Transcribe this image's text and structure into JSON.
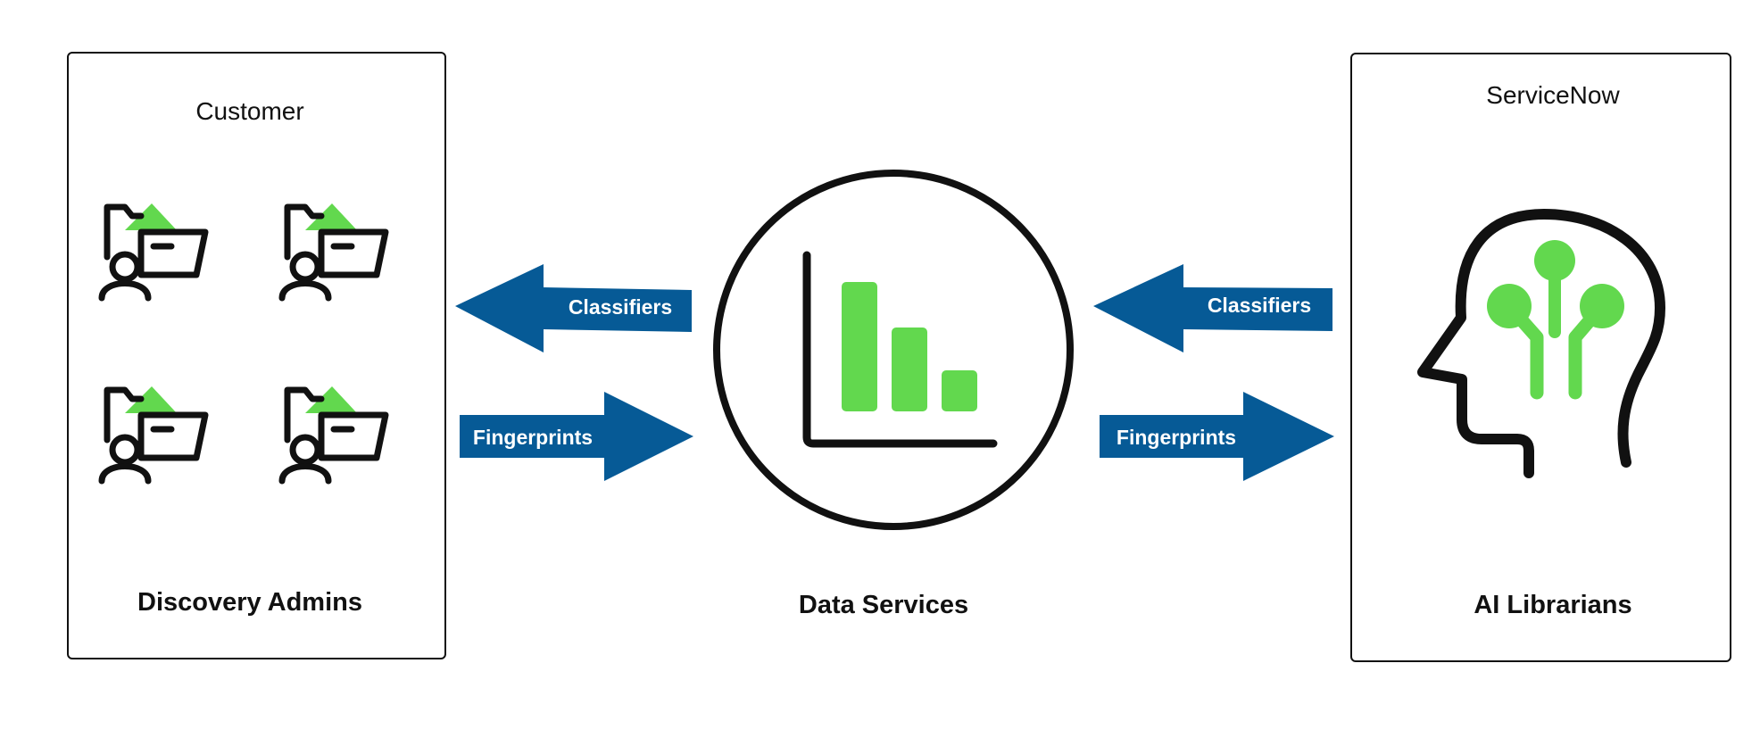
{
  "colors": {
    "arrow_blue": "#065a96",
    "accent_green": "#62d84e",
    "line_black": "#111111",
    "text_white": "#ffffff"
  },
  "customer": {
    "title": "Customer",
    "caption": "Discovery Admins",
    "icon": "user-folder-icon"
  },
  "data_services": {
    "caption": "Data Services",
    "icon": "bar-chart-icon",
    "bars_relative_heights": [
      1.0,
      0.65,
      0.32
    ]
  },
  "servicenow": {
    "title": "ServiceNow",
    "caption": "AI Librarians",
    "icon": "ai-head-icon"
  },
  "arrows": {
    "left_top": {
      "label": "Classifiers",
      "direction": "left"
    },
    "left_bottom": {
      "label": "Fingerprints",
      "direction": "right"
    },
    "right_top": {
      "label": "Classifiers",
      "direction": "left"
    },
    "right_bottom": {
      "label": "Fingerprints",
      "direction": "right"
    }
  }
}
